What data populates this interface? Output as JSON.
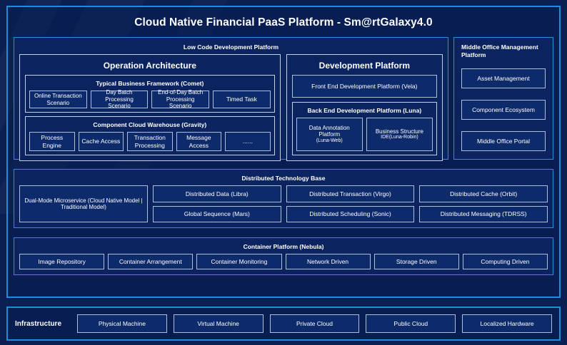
{
  "title": "Cloud Native Financial PaaS Platform - Sm@rtGalaxy4.0",
  "low_code": {
    "header": "Low Code Development Platform",
    "operation_architecture": {
      "title": "Operation Architecture",
      "typical_business_framework": {
        "title": "Typical Business Framework (Comet)",
        "items": [
          "Online Transaction Scenario",
          "Day Batch Processing Scenario",
          "End-of-Day Batch Processing Scenario",
          "Timed Task"
        ]
      },
      "component_cloud_warehouse": {
        "title": "Component Cloud Warehouse (Gravity)",
        "items": [
          "Process Engine",
          "Cache Access",
          "Transaction Processing",
          "Message Access",
          "......"
        ]
      }
    },
    "development_platform": {
      "title": "Development Platform",
      "front_end": "Front End Development Platform (Vela)",
      "back_end": {
        "title": "Back End Development Platform (Luna)",
        "items": [
          {
            "main": "Data Annotation Platform",
            "sub": "(Luna-Web)"
          },
          {
            "main": "Business Structure",
            "sub": "IDE(Luna-Robin)"
          }
        ]
      }
    }
  },
  "middle_office": {
    "title": "Middle Office Management Platform",
    "items": [
      "Asset Management",
      "Component Ecosystem",
      "Middle Office Portal"
    ]
  },
  "distributed_technology_base": {
    "header": "Distributed Technology Base",
    "dual_mode": "Dual-Mode Microservice (Cloud Native Model | Traditional Model)",
    "row_top": [
      "Distributed Data (Libra)",
      "Distributed Transaction (Virgo)",
      "Distributed Cache (Orbit)"
    ],
    "row_bottom": [
      "Global Sequence (Mars)",
      "Distributed Scheduling (Sonic)",
      "Distributed Messaging (TDRSS)"
    ]
  },
  "container_platform": {
    "header": "Container Platform (Nebula)",
    "items": [
      "Image Repository",
      "Container Arrangement",
      "Container Monitoring",
      "Network Driven",
      "Storage Driven",
      "Computing Driven"
    ]
  },
  "infrastructure": {
    "label": "Infrastructure",
    "items": [
      "Physical Machine",
      "Virtual Machine",
      "Private Cloud",
      "Public Cloud",
      "Localized Hardware"
    ]
  },
  "colors": {
    "page_background": "#0a1f52",
    "accent_border": "#1a8fe0",
    "panel_background": "#0b2460",
    "node_background": "#0d2a6b",
    "node_border": "#aebdd8",
    "text": "#ffffff"
  }
}
